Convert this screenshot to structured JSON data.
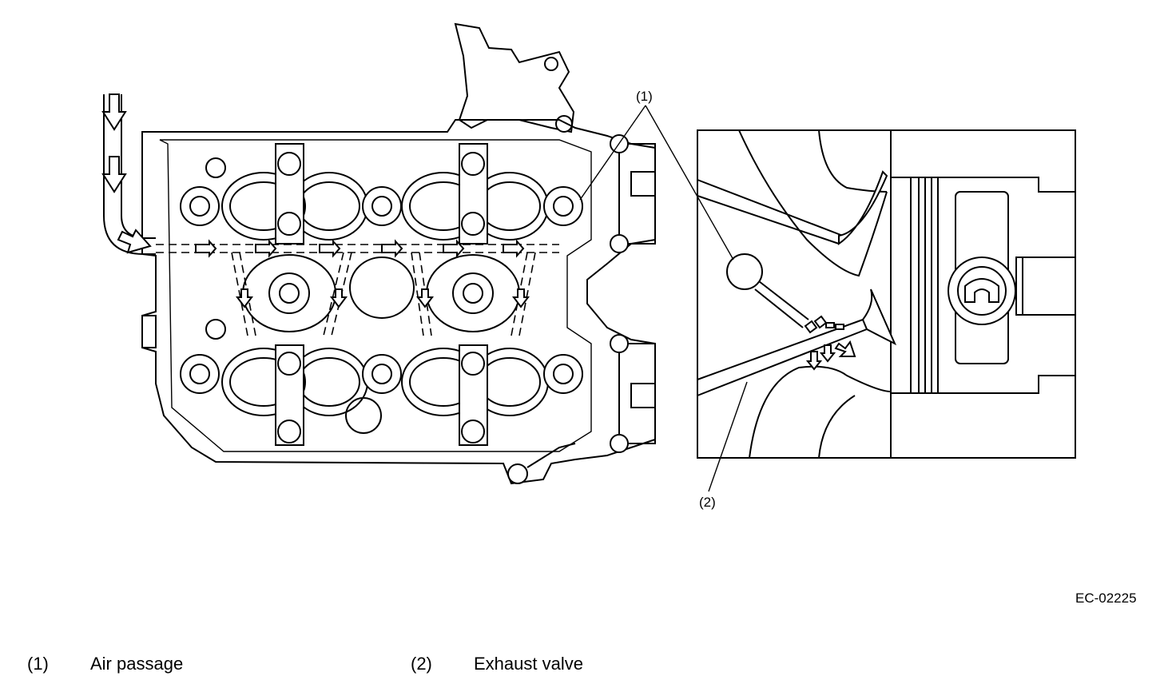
{
  "callouts": {
    "c1": "(1)",
    "c2": "(2)"
  },
  "figure_code": "EC-02225",
  "legend": [
    {
      "num": "(1)",
      "text": "Air passage"
    },
    {
      "num": "(2)",
      "text": "Exhaust valve"
    }
  ]
}
